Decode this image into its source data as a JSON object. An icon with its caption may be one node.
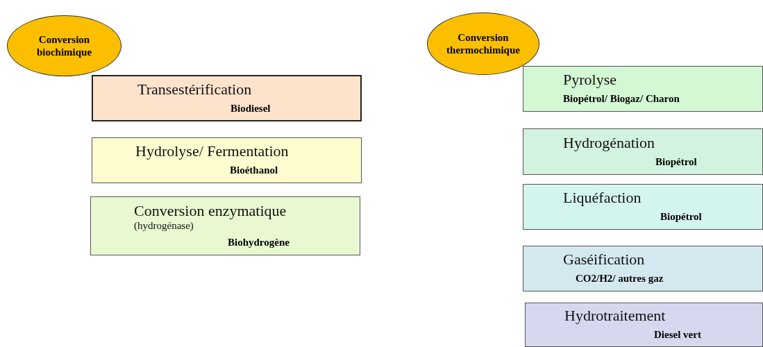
{
  "diagram": {
    "nodes": [
      {
        "text": [
          "Conversion biochimique"
        ]
      },
      {
        "text": [
          "Transestérification",
          "Biodiesel"
        ]
      },
      {
        "text": [
          "Hydrolyse/ Fermentation",
          "Bioéthanol"
        ]
      },
      {
        "text": [
          "Conversion enzymatique",
          "(hydrogénase)",
          "Biohydrogène"
        ]
      },
      {
        "text": [
          "Conversion thermochimique"
        ]
      },
      {
        "text": [
          "Pyrolyse",
          "Biopétrol/  Biogaz/ Charon"
        ]
      },
      {
        "text": [
          "Hydrogénation",
          "Biopétrol"
        ]
      },
      {
        "text": [
          "Liquéfaction",
          "Biopétrol"
        ]
      },
      {
        "text": [
          "Gaséification",
          "CO2/H2/ autres gaz"
        ]
      },
      {
        "text": [
          "Hydrotraitement",
          "Diesel vert"
        ]
      }
    ]
  }
}
